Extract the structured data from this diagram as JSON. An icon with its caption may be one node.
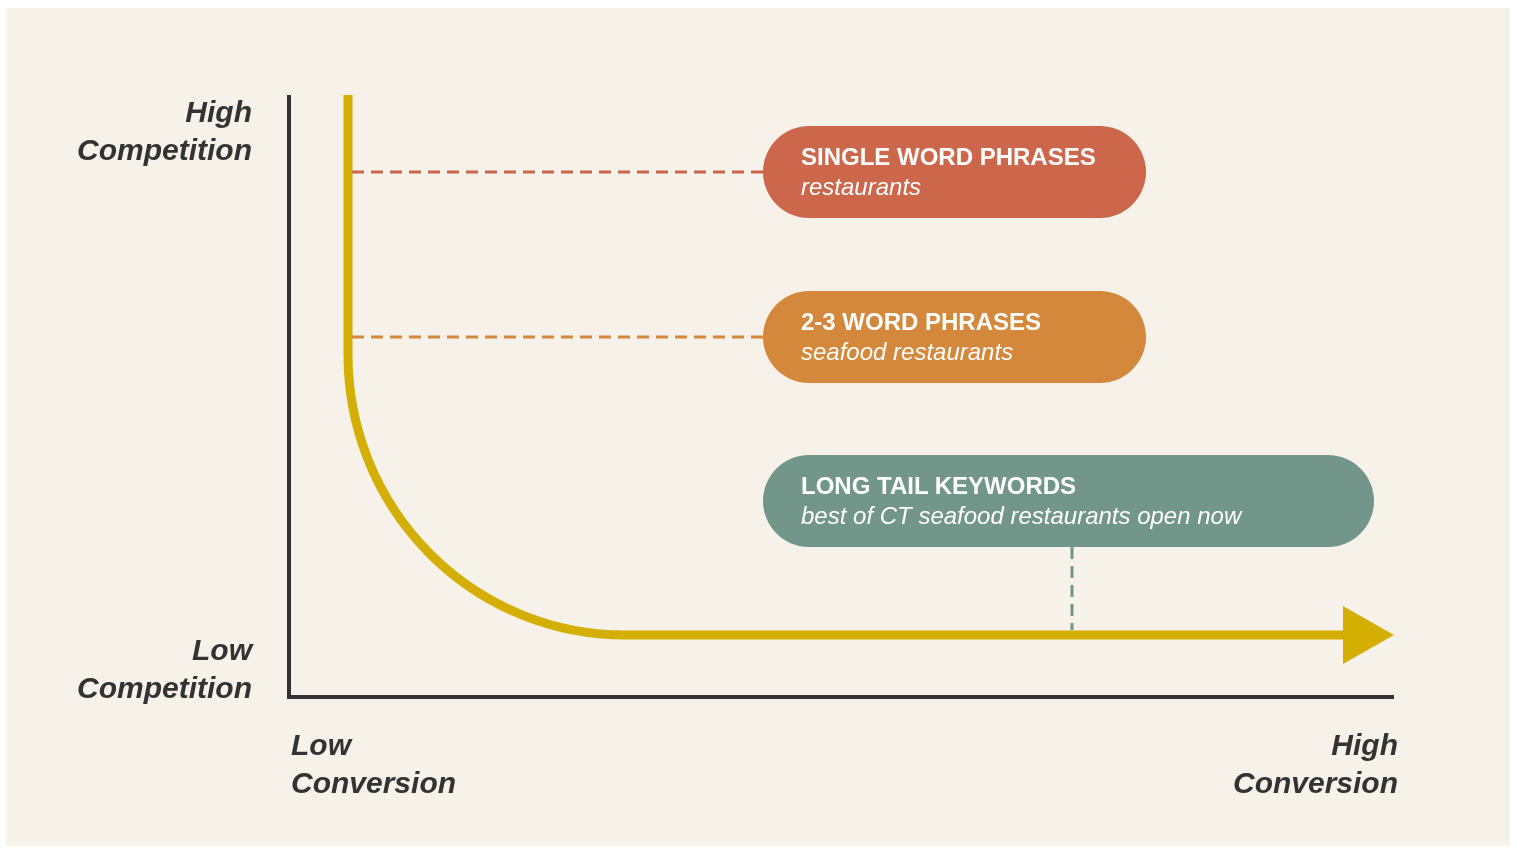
{
  "diagram": {
    "nodes": [
      {
        "text": [
          "SINGLE WORD PHRASES",
          "restaurants"
        ]
      },
      {
        "text": [
          "2-3 WORD PHRASES",
          "seafood restaurants"
        ]
      },
      {
        "text": [
          "LONG TAIL KEYWORDS",
          "best of CT seafood restaurants open now"
        ]
      }
    ],
    "edges": [
      {
        "from": 0,
        "to": null,
        "arrow": "none",
        "style": "dashed",
        "color": "#cc674b"
      },
      {
        "from": 1,
        "to": null,
        "arrow": "none",
        "style": "dashed",
        "color": "#d4883b"
      },
      {
        "from": 2,
        "to": null,
        "arrow": "none",
        "style": "dashed",
        "color": "#72978a"
      }
    ],
    "labels": [
      "High Competition",
      "Low Competition",
      "Low Conversion",
      "High Conversion"
    ]
  }
}
